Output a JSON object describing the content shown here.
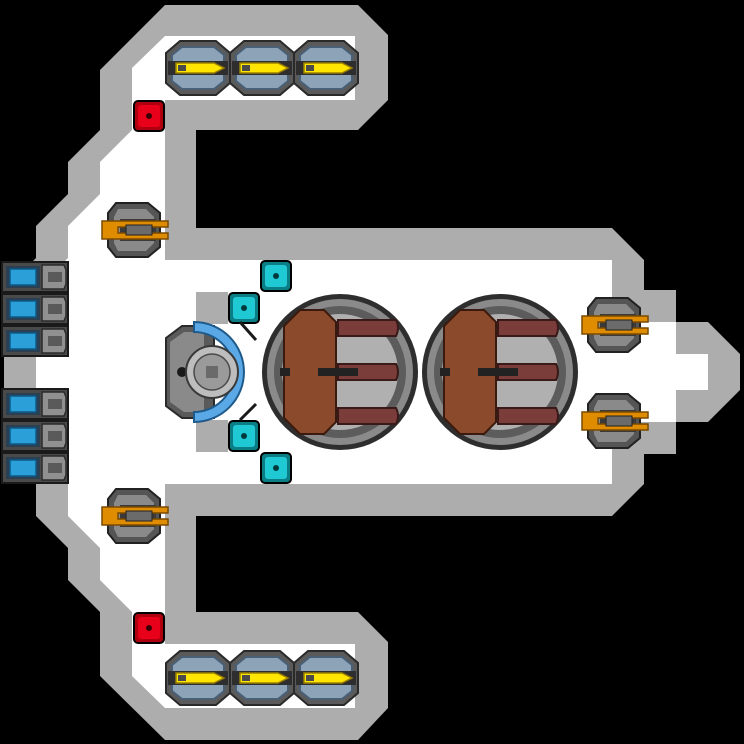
{
  "scene": {
    "background": "#000000",
    "hull_color": "#adadad",
    "deck_color": "#ffffff",
    "mount_dark": "#3c3c3c",
    "mount_mid": "#757575",
    "mount_light": "#bdbdbd"
  },
  "parts": {
    "missile_racks": [
      {
        "id": "top-left",
        "icon": "missile-rack-icon",
        "accent": "#ffe500"
      },
      {
        "id": "top-mid",
        "icon": "missile-rack-icon",
        "accent": "#ffe500"
      },
      {
        "id": "top-right",
        "icon": "missile-rack-icon",
        "accent": "#ffe500"
      },
      {
        "id": "bottom-left",
        "icon": "missile-rack-icon",
        "accent": "#ffe500"
      },
      {
        "id": "bottom-mid",
        "icon": "missile-rack-icon",
        "accent": "#ffe500"
      },
      {
        "id": "bottom-right",
        "icon": "missile-rack-icon",
        "accent": "#ffe500"
      }
    ],
    "warning_lights": [
      {
        "id": "upper",
        "icon": "red-warning-light-icon",
        "color": "#e8001a"
      },
      {
        "id": "lower",
        "icon": "red-warning-light-icon",
        "color": "#e8001a"
      }
    ],
    "guns": [
      {
        "id": "upper-left",
        "icon": "autocannon-icon",
        "accent": "#e08c00"
      },
      {
        "id": "lower-left",
        "icon": "autocannon-icon",
        "accent": "#e08c00"
      },
      {
        "id": "upper-right",
        "icon": "autocannon-icon",
        "accent": "#e08c00"
      },
      {
        "id": "lower-right",
        "icon": "autocannon-icon",
        "accent": "#e08c00"
      }
    ],
    "thrusters": [
      {
        "id": "t1",
        "icon": "blue-thruster-icon",
        "glow": "#2a9fd8"
      },
      {
        "id": "t2",
        "icon": "blue-thruster-icon",
        "glow": "#2a9fd8"
      },
      {
        "id": "t3",
        "icon": "blue-thruster-icon",
        "glow": "#2a9fd8"
      },
      {
        "id": "t4",
        "icon": "blue-thruster-icon",
        "glow": "#2a9fd8"
      },
      {
        "id": "t5",
        "icon": "blue-thruster-icon",
        "glow": "#2a9fd8"
      },
      {
        "id": "t6",
        "icon": "blue-thruster-icon",
        "glow": "#2a9fd8"
      }
    ],
    "teal_nodes": [
      {
        "id": "n1",
        "icon": "teal-node-icon",
        "color": "#1ec9d4"
      },
      {
        "id": "n2",
        "icon": "teal-node-icon",
        "color": "#1ec9d4"
      },
      {
        "id": "n3",
        "icon": "teal-node-icon",
        "color": "#1ec9d4"
      },
      {
        "id": "n4",
        "icon": "teal-node-icon",
        "color": "#1ec9d4"
      }
    ],
    "core": {
      "icon": "reactor-core-icon",
      "ring": "#5aa9e6"
    },
    "turrets": [
      {
        "id": "left",
        "icon": "triple-barrel-turret-icon",
        "armor": "#8b4a2b",
        "barrels": "#7a3d3a"
      },
      {
        "id": "right",
        "icon": "triple-barrel-turret-icon",
        "armor": "#8b4a2b",
        "barrels": "#7a3d3a"
      }
    ]
  }
}
